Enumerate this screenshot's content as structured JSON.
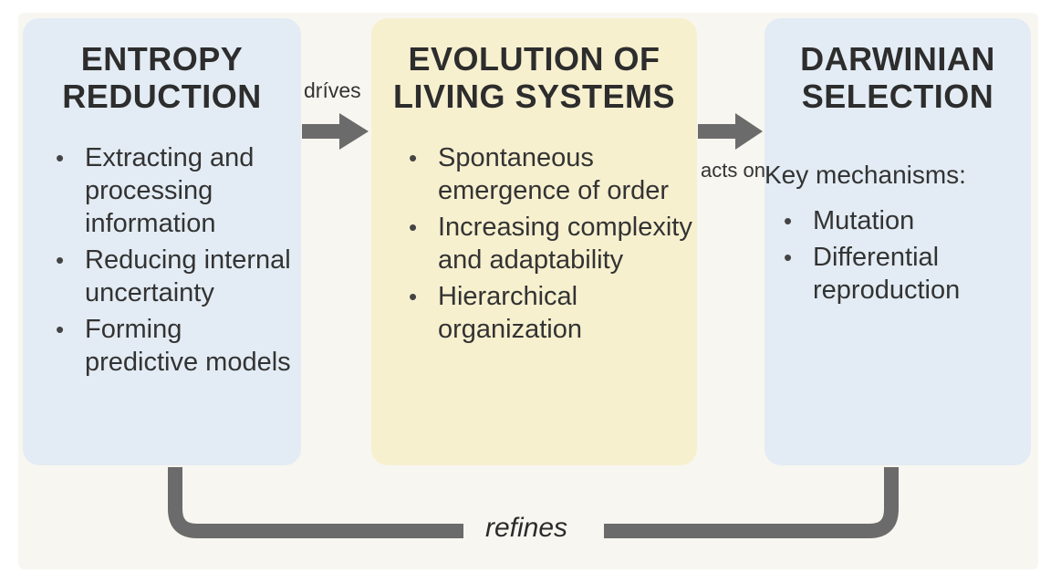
{
  "colors": {
    "entropy_box": "#e3ecf4",
    "evolution_box": "#f7f0cf",
    "darwin_box": "#e3ecf4",
    "arrow": "#6b6b6b"
  },
  "boxes": {
    "entropy": {
      "title": "ENTROPY\nREDUCTION",
      "items": [
        "Extracting and processing information",
        "Reducing internal uncertainty",
        "Forming predictive models"
      ]
    },
    "evolution": {
      "title": "EVOLUTION OF\nLIVING SYSTEMS",
      "items": [
        "Spontaneous emergence of order",
        "Increasing complexity and adaptability",
        "Hierarchical organization"
      ]
    },
    "darwin": {
      "title": "DARWINIAN\nSELECTION",
      "mechanisms_label": "Key mechanisms:",
      "items": [
        "Mutation",
        "Differential reproduction"
      ]
    }
  },
  "edges": {
    "drives": "dríves",
    "acts_on": "acts on",
    "refines": "refines"
  }
}
